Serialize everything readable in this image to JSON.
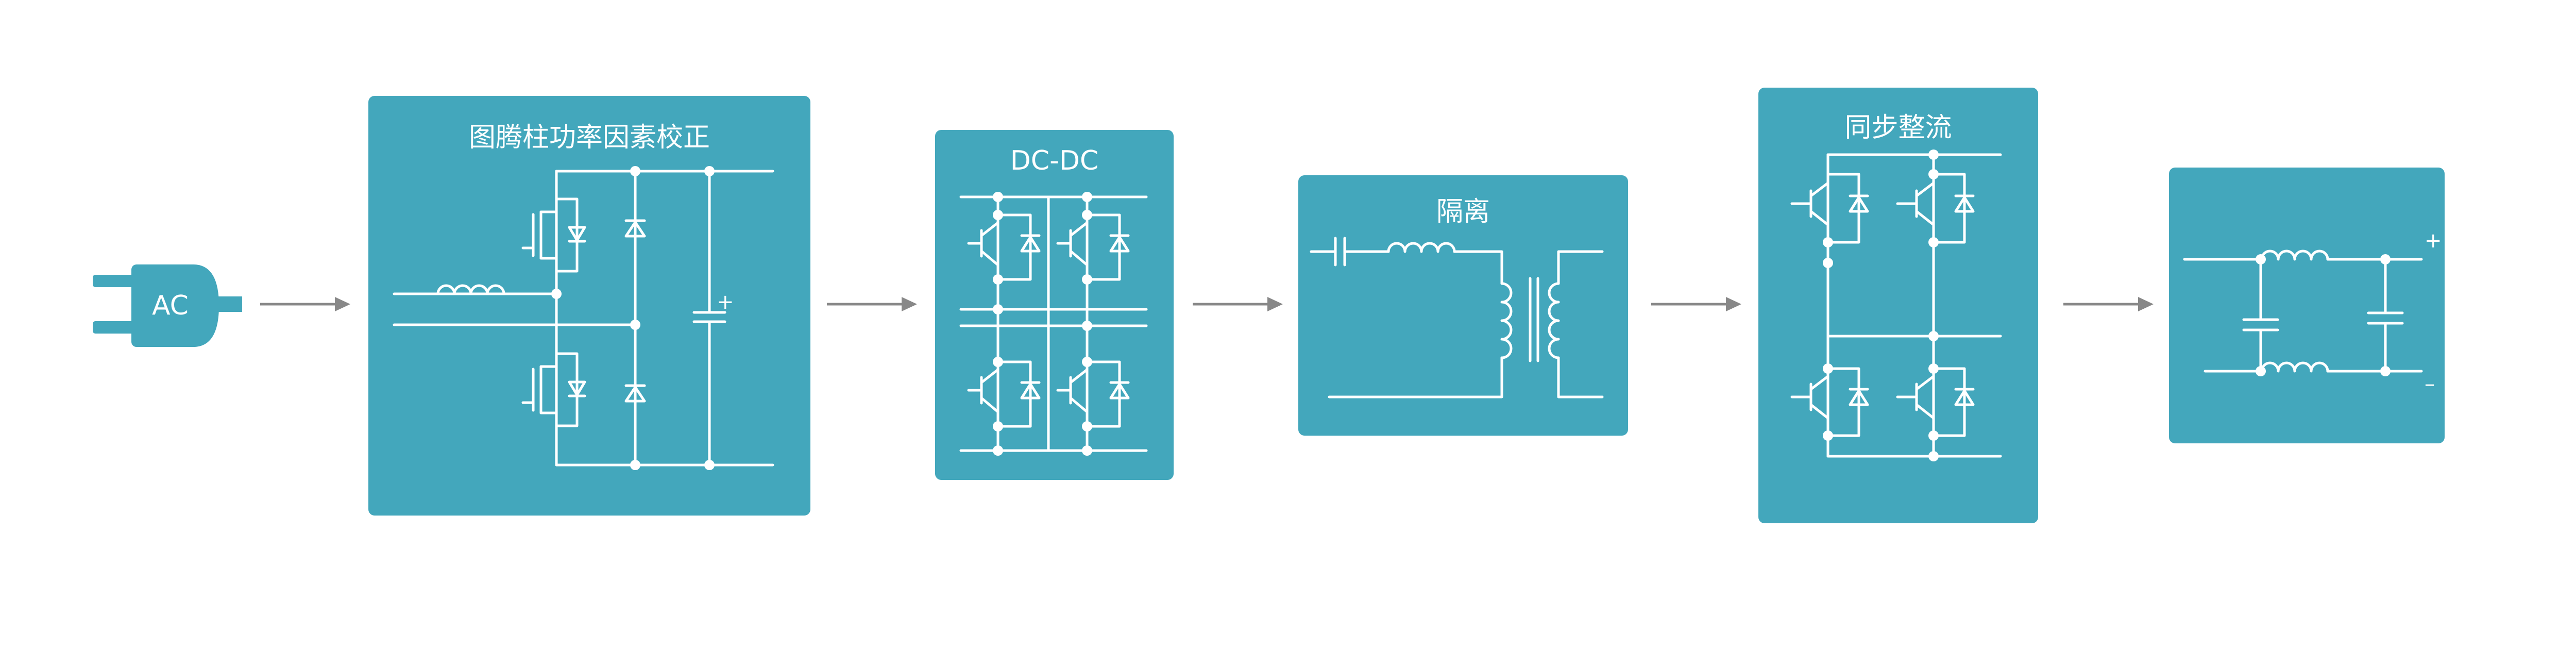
{
  "colors": {
    "teal": "#43A7BC",
    "arrow": "#888888",
    "line": "#ffffff"
  },
  "plug": {
    "label": "AC",
    "icon": "power-plug-icon"
  },
  "blocks": [
    {
      "id": "pfc",
      "title": "图腾柱功率因素校正"
    },
    {
      "id": "dcdc",
      "title": "DC-DC"
    },
    {
      "id": "isolation",
      "title": "隔离"
    },
    {
      "id": "sync",
      "title": "同步整流"
    },
    {
      "id": "filter",
      "title": "",
      "plus": "+",
      "minus": "–"
    }
  ],
  "pfc_cap_sign": "+"
}
